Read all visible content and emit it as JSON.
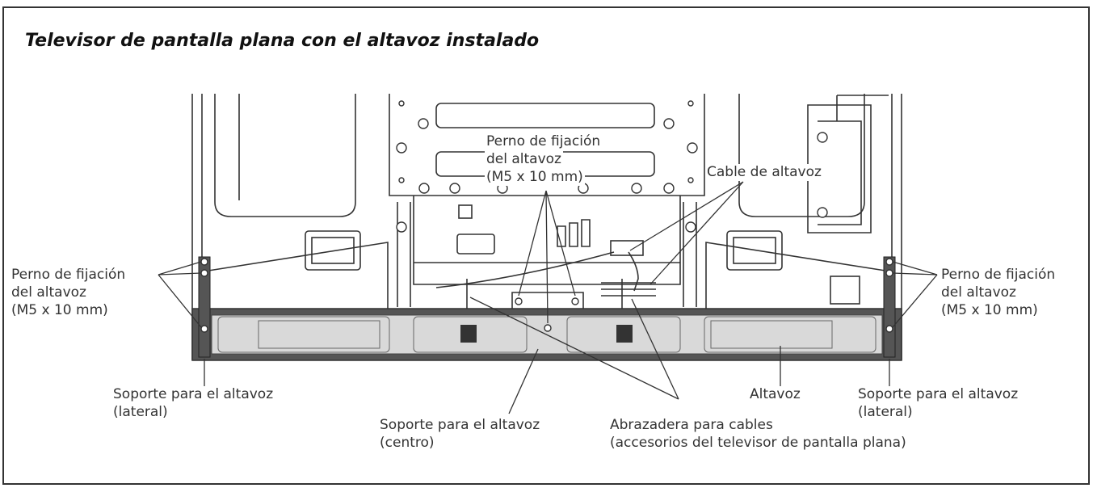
{
  "title": "Televisor de pantalla plana con el altavoz instalado",
  "labels": {
    "perno_centro": [
      "Perno de fijación",
      "del altavoz",
      "(M5 x 10 mm)"
    ],
    "cable_altavoz": "Cable de altavoz",
    "perno_izq": [
      "Perno de fijación",
      "del altavoz",
      "(M5 x 10 mm)"
    ],
    "perno_der": [
      "Perno de fijación",
      "del altavoz",
      "(M5 x 10 mm)"
    ],
    "soporte_lateral_izq": [
      "Soporte para el altavoz",
      "(lateral)"
    ],
    "soporte_centro": [
      "Soporte para el altavoz",
      "(centro)"
    ],
    "abrazadera": [
      "Abrazadera para cables",
      "(accesorios del televisor de pantalla plana)"
    ],
    "altavoz": "Altavoz",
    "soporte_lateral_der": [
      "Soporte para el altavoz",
      "(lateral)"
    ]
  },
  "colors": {
    "line": "#333333",
    "speaker": "#d9d9d9",
    "bar": "#555555"
  }
}
